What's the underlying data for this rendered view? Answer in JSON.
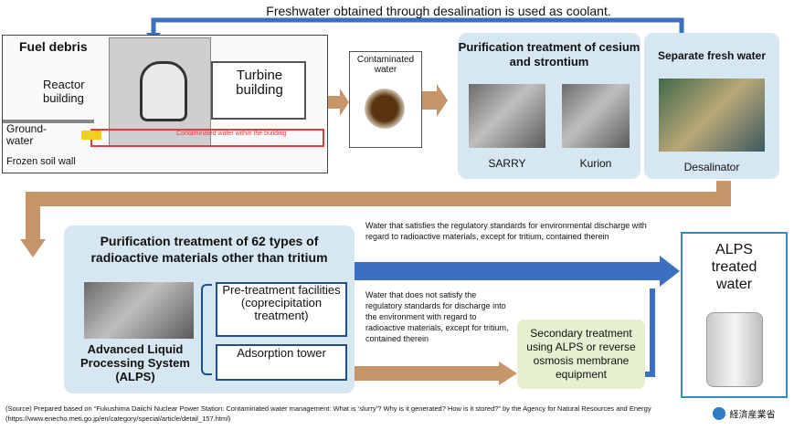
{
  "top_caption": "Freshwater obtained through desalination is used as coolant.",
  "plant": {
    "fuel_debris": "Fuel debris",
    "reactor_building": "Reactor building",
    "turbine_building": "Turbine building",
    "groundwater": "Ground-water",
    "frozen_soil_wall": "Frozen soil wall",
    "contaminated_water_in_building": "Contaminated water within the building"
  },
  "contaminated_water": {
    "label": "Contaminated water"
  },
  "cs_sr_treatment": {
    "title": "Purification treatment of cesium and strontium",
    "items": [
      "SARRY",
      "Kurion"
    ]
  },
  "desalination": {
    "title": "Separate fresh water",
    "label": "Desalinator"
  },
  "alps": {
    "title": "Purification treatment of 62 types of radioactive materials other than tritium",
    "system_name": "Advanced Liquid Processing System (ALPS)",
    "pretreatment": "Pre-treatment facilities (coprecipitation treatment)",
    "adsorption": "Adsorption tower"
  },
  "path_satisfies": "Water that satisfies the regulatory standards for environmental discharge with regard to radioactive materials, except for tritium, contained therein",
  "path_not_satisfy": "Water that does not satisfy the regulatory standards for discharge into the environment with regard to radioactive materials, except for tritium, contained therein",
  "secondary": "Secondary treatment using ALPS or reverse osmosis membrane equipment",
  "alps_treated": "ALPS treated water",
  "source_note": "(Source) Prepared based on “Fukushima Daiichi Nuclear Power Station: Contaminated water management: What is ‘slurry’? Why is it generated? How is it stored?” by the Agency for Natural Resources and Energy (https://www.enecho.meti.go.jp/en/category/special/article/detail_157.html)",
  "logo_text": "経済産業省",
  "colors": {
    "blue_arrow": "#3a6fc2",
    "brown_arrow": "#c7956a",
    "light_panel": "#d7e7f1",
    "secondary_panel": "#e6efcf"
  }
}
